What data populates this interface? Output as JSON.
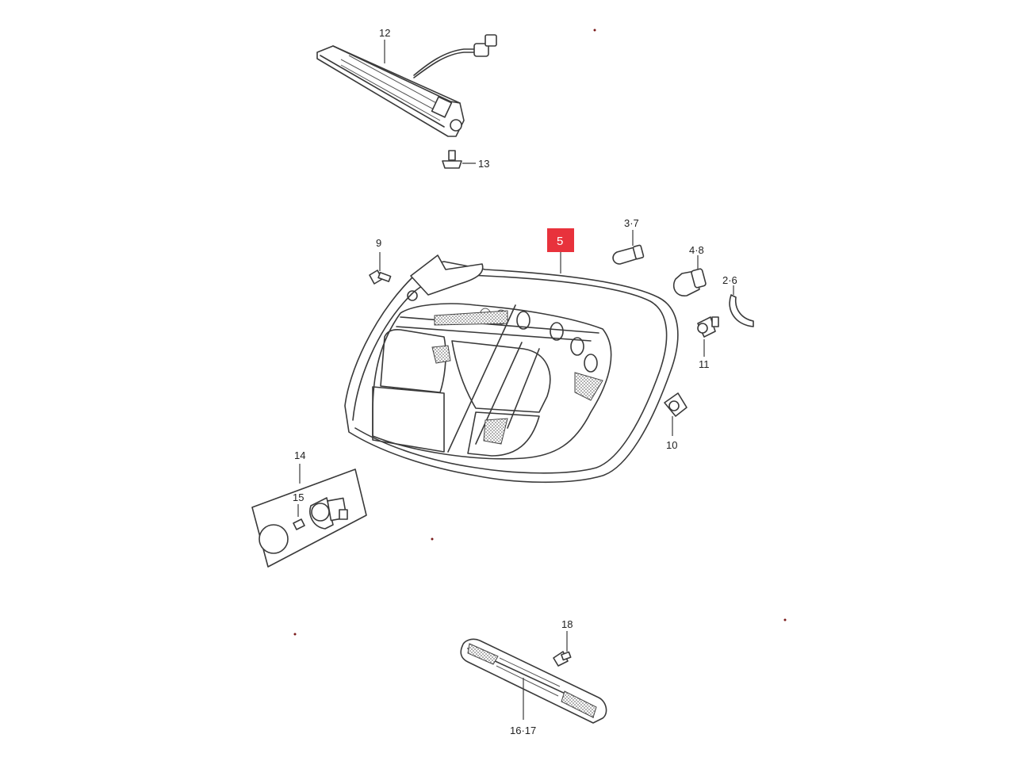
{
  "callouts": {
    "c12": "12",
    "c13": "13",
    "c5": "5",
    "c37": "3·7",
    "c48": "4·8",
    "c26": "2·6",
    "c9": "9",
    "c11": "11",
    "c10": "10",
    "c14": "14",
    "c15": "15",
    "c18": "18",
    "c1617": "16·17"
  },
  "colors": {
    "highlight": "#e8323c",
    "line": "#3a3a3a",
    "background": "#ffffff"
  },
  "highlighted_part": "5"
}
